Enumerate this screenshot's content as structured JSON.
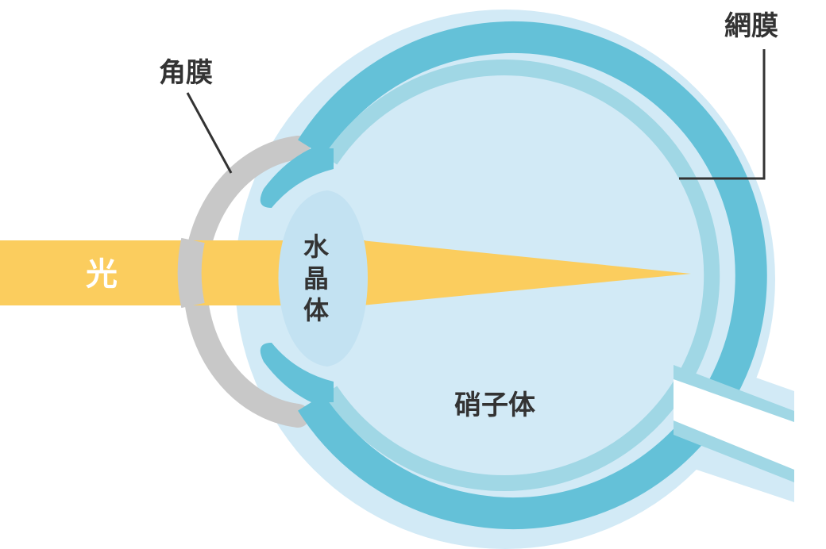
{
  "labels": {
    "retina": "網膜",
    "cornea": "角膜",
    "light": "光",
    "lens": "水晶体",
    "lens_chars": [
      "水",
      "晶",
      "体"
    ],
    "vitreous": "硝子体"
  },
  "colors": {
    "outer_layer": "#D2EAF6",
    "retina_band_dark": "#64C1D8",
    "retina_band_light": "#A0D7E5",
    "cornea": "#C8C8C8",
    "lens": "#C3E2F2",
    "light_beam": "#FBCD5E",
    "leader_line": "#333333",
    "text_dark": "#333333",
    "text_light": "#ffffff"
  }
}
